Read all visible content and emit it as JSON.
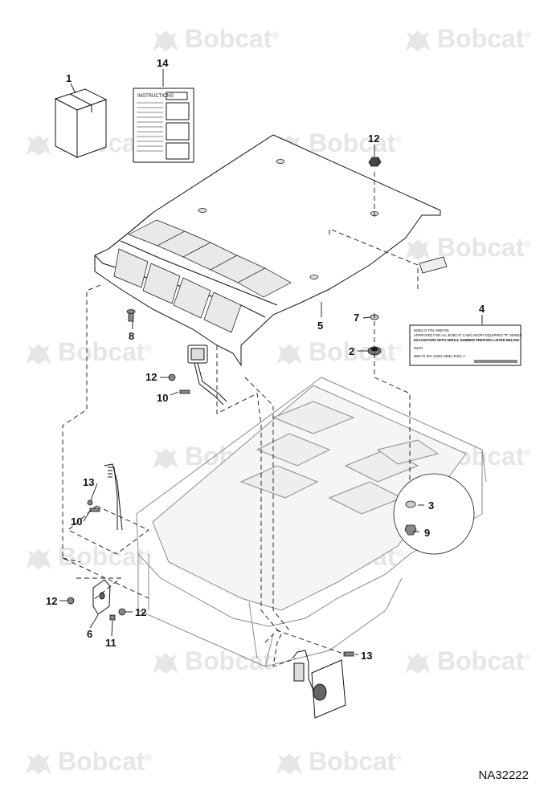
{
  "watermark": {
    "text": "Bobcat",
    "mark": "®",
    "color": "#e6e6e6"
  },
  "callouts": {
    "c1": "1",
    "c2": "2",
    "c3": "3",
    "c4": "4",
    "c5": "5",
    "c6": "6",
    "c7": "7",
    "c8": "8",
    "c9": "9",
    "c10a": "10",
    "c10b": "10",
    "c11": "11",
    "c12a": "12",
    "c12b": "12",
    "c12c": "12",
    "c12d": "12",
    "c13a": "13",
    "c13b": "13",
    "c14": "14"
  },
  "instructions_manual": {
    "title": "INSTRUCTIONS"
  },
  "decal": {
    "line1": "BOBCAT P/N: 6660706",
    "line2": "APPROVED FOR ALL BOBCAT CAB/CANOPY EQUIPPED \"R\" SERIES",
    "line3": "EXCAVATORS WITH SERIAL NUMBER PREFIXES LISTED BELOW:",
    "line4": "B4CR",
    "line5": "MEETS ISO 10262:1998 LEVEL 2"
  },
  "drawing_code": "NA32222"
}
